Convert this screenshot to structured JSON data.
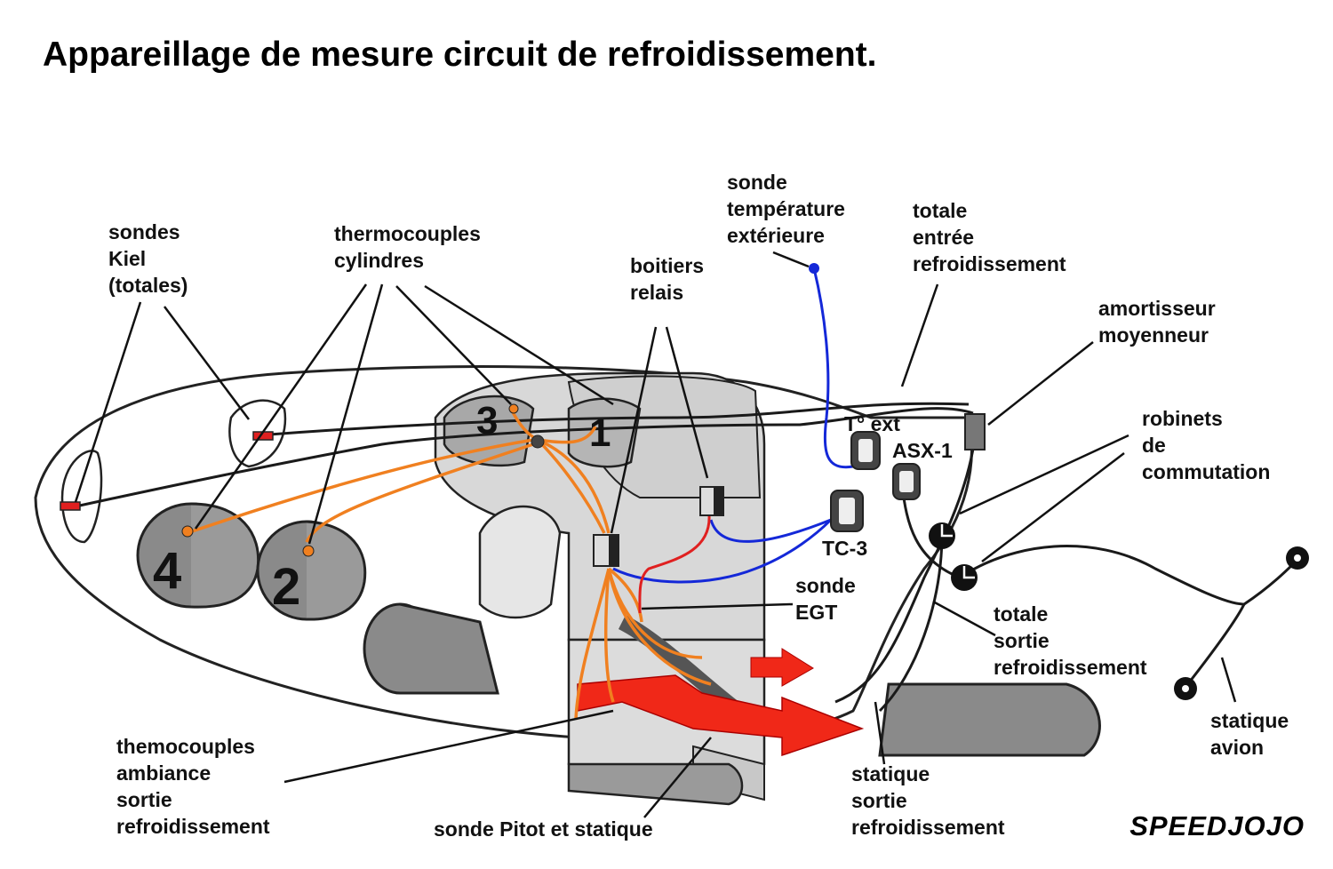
{
  "title": "Appareillage de mesure circuit de refroidissement.",
  "labels": {
    "sondes_kiel": [
      "sondes",
      "Kiel",
      "(totales)"
    ],
    "thermocouples_cylindres": [
      "thermocouples",
      "cylindres"
    ],
    "boitiers_relais": [
      "boitiers",
      "relais"
    ],
    "sonde_temperature": [
      "sonde",
      "température",
      "extérieure"
    ],
    "totale_entree": [
      "totale",
      "entrée",
      "refroidissement"
    ],
    "amortisseur": [
      "amortisseur",
      "moyenneur"
    ],
    "robinets": [
      "robinets",
      "de",
      "commutation"
    ],
    "t_ext": "T° ext",
    "asx1": "ASX-1",
    "tc3": "TC-3",
    "sonde_egt": [
      "sonde",
      "EGT"
    ],
    "totale_sortie": [
      "totale",
      "sortie",
      "refroidissement"
    ],
    "statique_avion": [
      "statique",
      "avion"
    ],
    "statique_sortie": [
      "statique",
      "sortie",
      "refroidissement"
    ],
    "sonde_pitot": "sonde Pitot et statique",
    "thermocouples_ambiance": [
      "themocouples",
      "ambiance",
      "sortie",
      "refroidissement"
    ]
  },
  "cylinders": [
    "4",
    "2",
    "3",
    "1"
  ],
  "signature": "SPEEDJOJO",
  "colors": {
    "wire_black": "#1a1a1a",
    "wire_orange": "#f08020",
    "wire_blue": "#1428d8",
    "wire_red": "#e02020",
    "engine_gray": "#8a8a8a",
    "block_gray": "#d8d8d8",
    "flow_red": "#f02818"
  }
}
